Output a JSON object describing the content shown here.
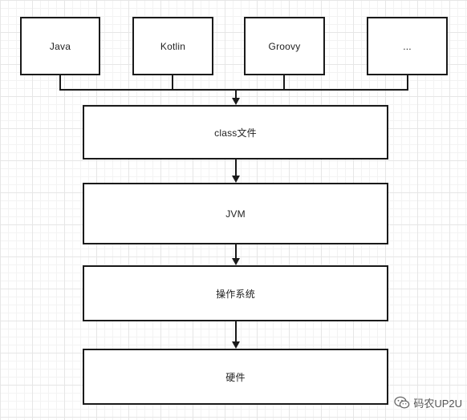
{
  "sources": [
    "Java",
    "Kotlin",
    "Groovy",
    "..."
  ],
  "layers": [
    "class文件",
    "JVM",
    "操作系统",
    "硬件"
  ],
  "watermark": {
    "text": "码农UP2U",
    "icon": "wechat-icon"
  },
  "colors": {
    "border": "#1a1a1a",
    "text": "#222222",
    "grid": "#e6e6e6"
  }
}
